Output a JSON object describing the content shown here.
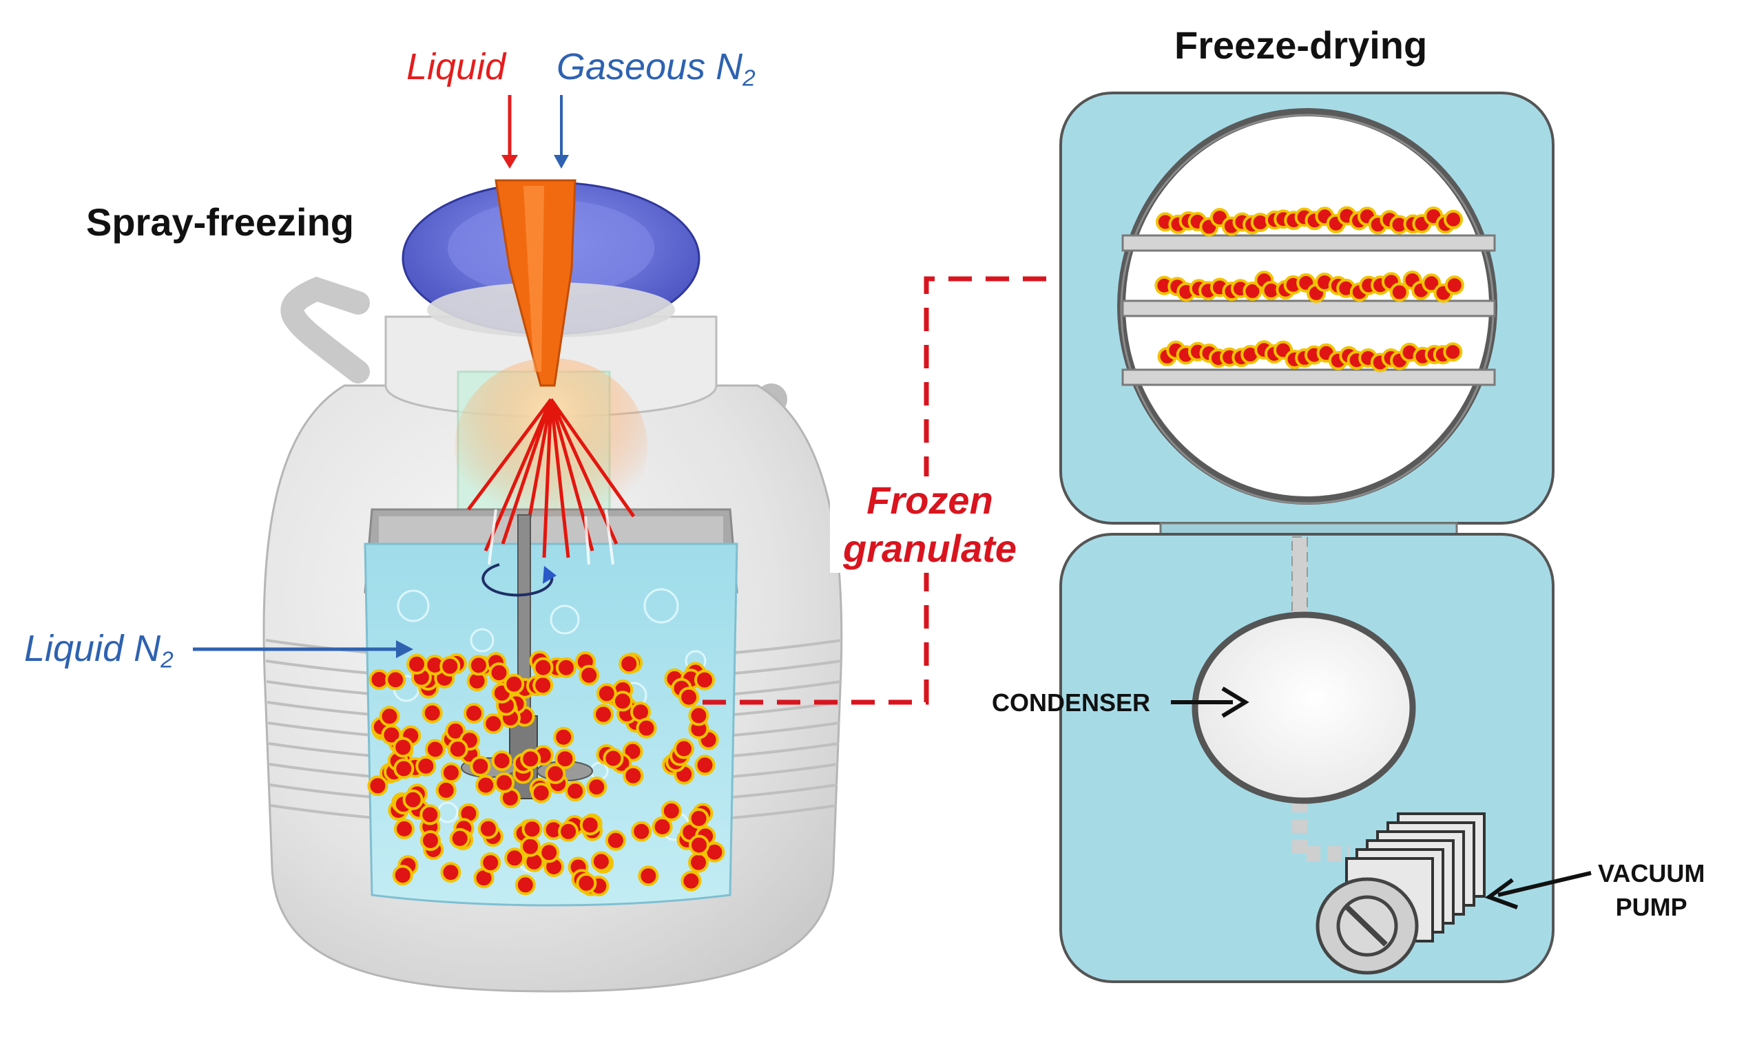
{
  "labels": {
    "spray_freezing": "Spray-freezing",
    "freeze_drying": "Freeze-drying",
    "liquid": "Liquid",
    "gaseous_n2": "Gaseous N",
    "gaseous_n2_sub": "2",
    "liquid_n2": "Liquid N",
    "liquid_n2_sub": "2",
    "frozen_line1": "Frozen",
    "frozen_line2": "granulate",
    "condenser": "CONDENSER",
    "vacuum_line1": "VACUUM",
    "vacuum_line2": "PUMP"
  },
  "colors": {
    "red_text": "#e41e1e",
    "blue_text": "#2e62b1",
    "chamber_fill": "#a6dbe6",
    "particle_fill": "#e01414",
    "particle_ring": "#f2c300",
    "nozzle": "#f26a10",
    "lid": "#5b64d6"
  },
  "icons": {
    "nozzle": "spray-nozzle-icon",
    "vessel": "dewar-vessel-icon",
    "stirrer": "stirrer-icon",
    "pump": "vacuum-pump-icon"
  }
}
